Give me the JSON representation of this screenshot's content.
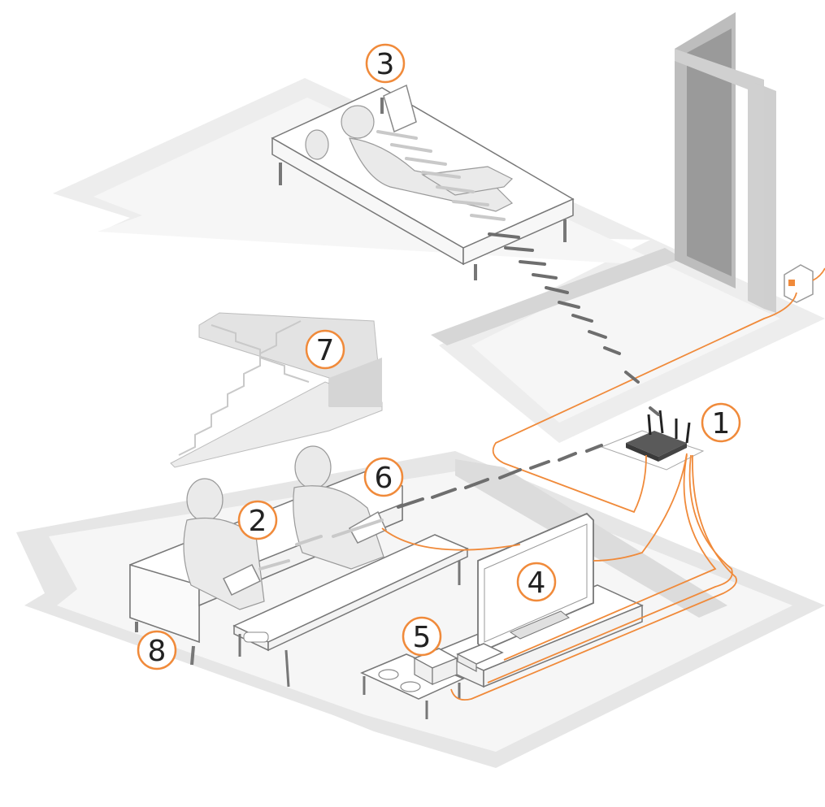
{
  "diagram": {
    "callouts": [
      {
        "id": "router",
        "label": "1"
      },
      {
        "id": "laptop-man",
        "label": "2"
      },
      {
        "id": "tablet-bed",
        "label": "3"
      },
      {
        "id": "tv",
        "label": "4"
      },
      {
        "id": "console",
        "label": "5"
      },
      {
        "id": "laptop-woman",
        "label": "6"
      },
      {
        "id": "stairs",
        "label": "7"
      },
      {
        "id": "living-room",
        "label": "8"
      }
    ]
  },
  "colors": {
    "accent": "#f08a3a",
    "floor": "#f3f3f3",
    "wall": "#d9d9d9",
    "furniture": "#ffffff",
    "signal": "#6e6e6e",
    "outline": "#888888"
  },
  "icons": [
    "router-icon",
    "tv-icon",
    "game-console-icon",
    "laptop-icon",
    "tablet-icon",
    "wall-socket-icon"
  ]
}
